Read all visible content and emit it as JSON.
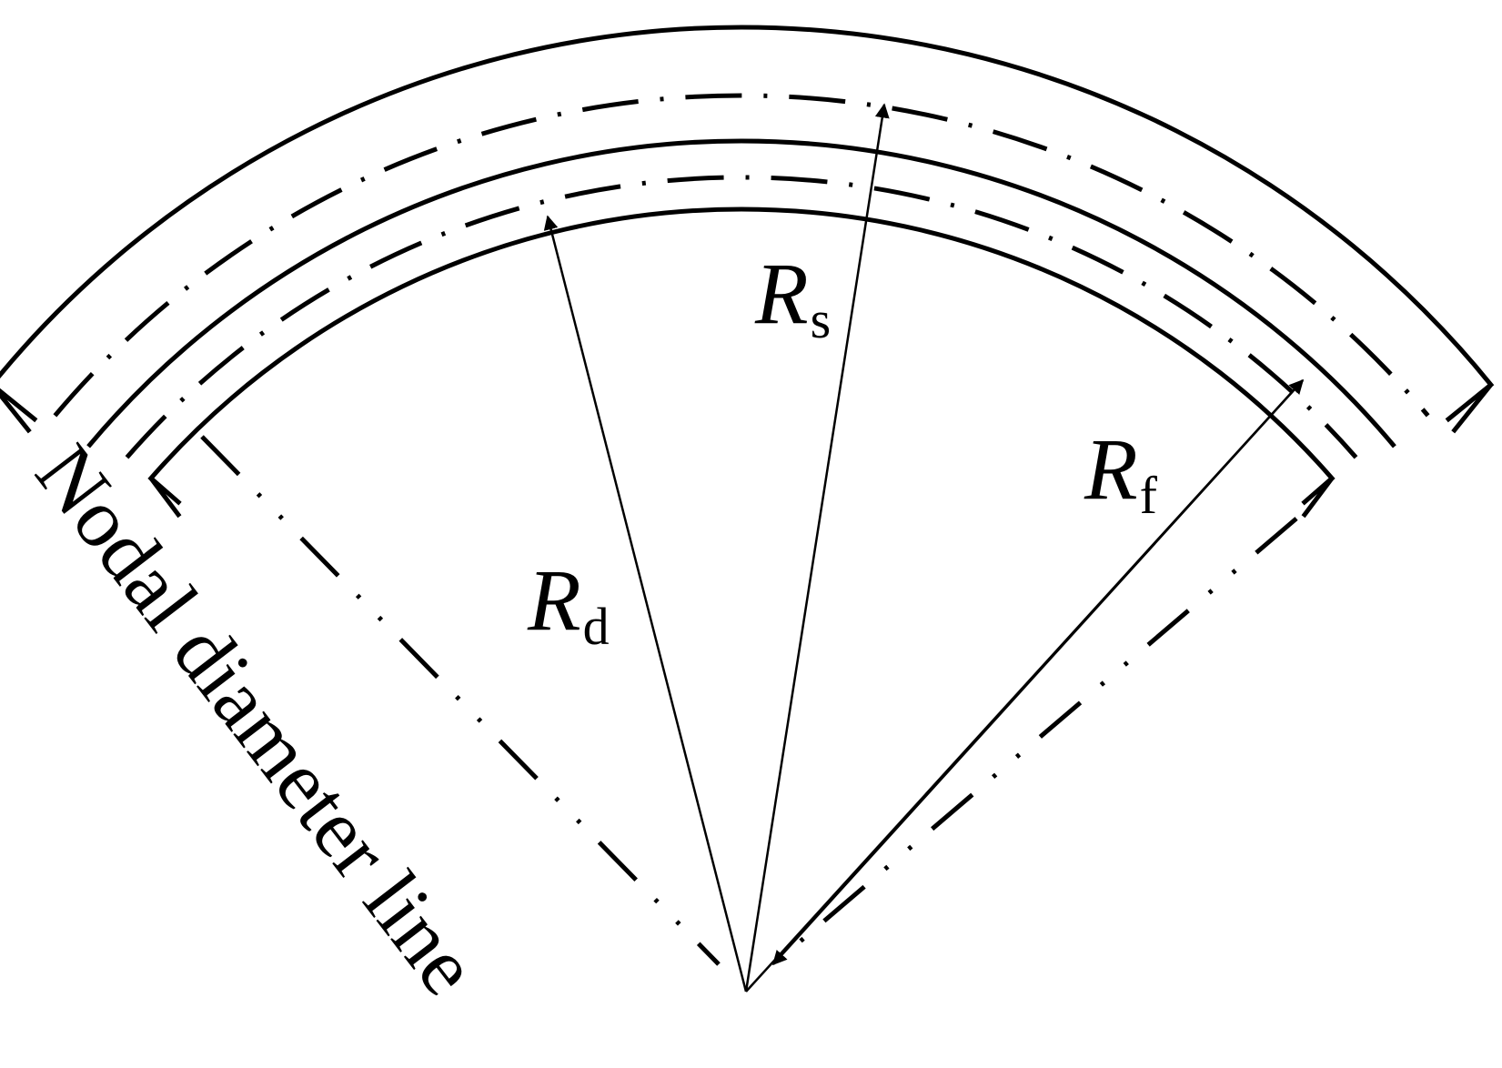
{
  "labels": {
    "rd": {
      "main": "R",
      "sub": "d"
    },
    "rs": {
      "main": "R",
      "sub": "s"
    },
    "rf": {
      "main": "R",
      "sub": "f"
    },
    "nodal": "Nodal diameter line"
  }
}
